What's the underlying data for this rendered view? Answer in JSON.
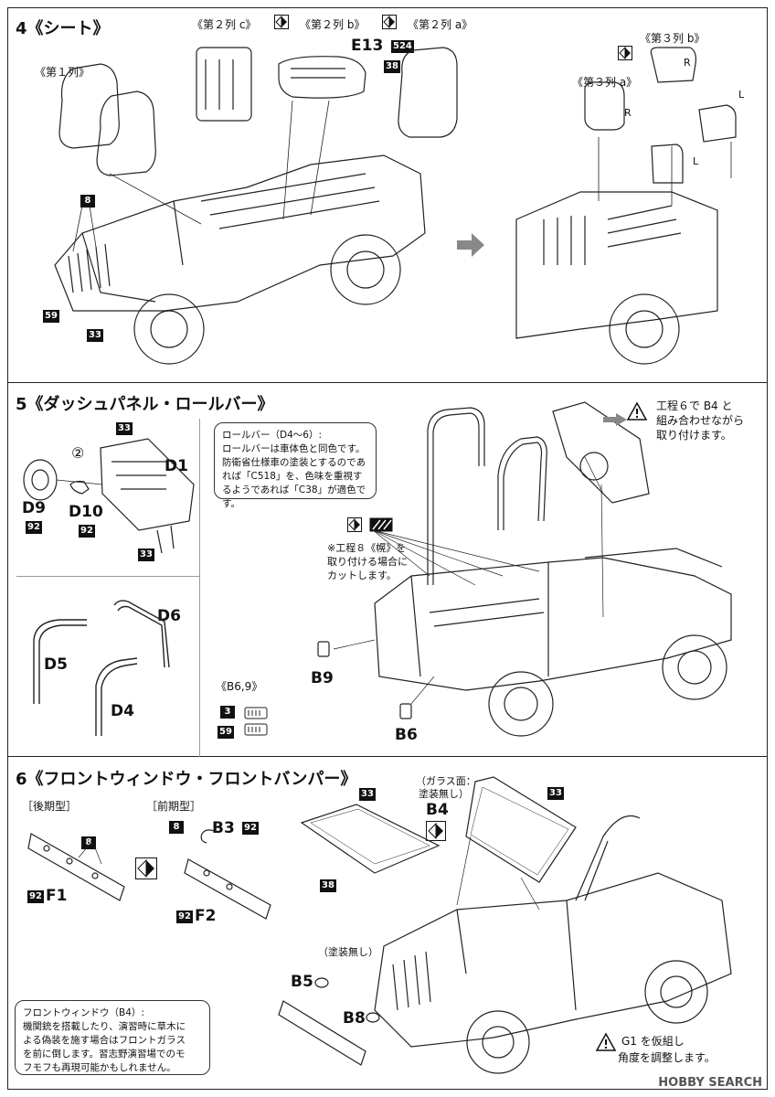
{
  "steps": [
    {
      "num": "4",
      "title": "《シート》"
    },
    {
      "num": "5",
      "title": "《ダッシュパネル・ロールバー》"
    },
    {
      "num": "6",
      "title": "《フロントウィンドウ・フロントバンパー》"
    }
  ],
  "step4": {
    "row1": "《第１列》",
    "row2c": "《第２列 c》",
    "row2b": "《第２列 b》",
    "row2a": "《第２列 a》",
    "row3b": "《第３列 b》",
    "row3a": "《第３列 a》",
    "part_e13": "E13",
    "badge_524": "524",
    "badge_38": "38",
    "badge_8": "8",
    "badge_59": "59",
    "badge_33": "33",
    "r1": "R",
    "r2": "R",
    "l1": "L",
    "l2": "L"
  },
  "step5": {
    "badge_33a": "33",
    "circle2": "②",
    "d1": "D1",
    "d9": "D9",
    "d10": "D10",
    "badge_92a": "92",
    "badge_92b": "92",
    "badge_33b": "33",
    "d6": "D6",
    "d5": "D5",
    "d4": "D4",
    "b69": "《B6,9》",
    "badge_3": "3",
    "badge_59": "59",
    "note_title": "ロールバー（D4〜6）:",
    "note_lines": [
      "ロールバーは車体色と同色です。",
      "防衛省仕様車の塗装とするのであ",
      "れば「C518」を、色味を重視す",
      "るようであれば「C38」が適色です。"
    ],
    "warn_lines": [
      "工程６で B4 と",
      "組み合わせながら",
      "取り付けます。"
    ],
    "cut_lines": [
      "※工程８《幌》を",
      "取り付ける場合に",
      "カットします。"
    ],
    "b9": "B9",
    "b6": "B6"
  },
  "step6": {
    "late": "［後期型］",
    "early": "［前期型］",
    "badge_8a": "8",
    "badge_92a": "92",
    "f1": "F1",
    "badge_8b": "8",
    "b3": "B3",
    "badge_92b": "92",
    "badge_92c": "92",
    "f2": "F2",
    "badge_33a": "33",
    "badge_38": "38",
    "glass_note": "（ガラス面：",
    "glass_note2": "塗装無し）",
    "b4": "B4",
    "badge_33b": "33",
    "no_paint": "（塗装無し）",
    "b5": "B5",
    "b8": "B8",
    "fw_title": "フロントウィンドウ（B4）:",
    "fw_lines": [
      "機関銃を搭載したり、演習時に草木に",
      "よる偽装を施す場合はフロントガラス",
      "を前に倒します。習志野演習場でのモ",
      "フモフも再現可能かもしれません。"
    ],
    "g1_line1": "G1 を仮組し",
    "g1_line2": "角度を調整します。"
  },
  "watermark": "HOBBY SEARCH"
}
